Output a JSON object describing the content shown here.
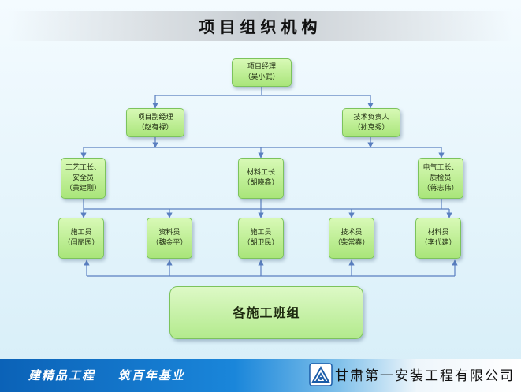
{
  "title": "项目组织机构",
  "nodes": {
    "pm": "项目经理\n（吴小武）",
    "deputy": "项目副经理\n（赵有禄）",
    "tech": "技术负责人\n（孙克秀）",
    "craft": "工艺工长、\n安全员\n（黄建刚）",
    "material": "材料工长\n（胡晓鑫）",
    "electric": "电气工长、\n质检员\n（蒋志伟）",
    "worker1": "施工员\n（闫丽园）",
    "data1": "资料员\n（魏金平）",
    "worker2": "施工员\n（胡卫民）",
    "tech2": "技术员\n（柴常春）",
    "material2": "材料员\n（李代建）",
    "teams": "各施工班组"
  },
  "footer": {
    "slogan": "建精品工程    筑百年基业",
    "company": "甘肃第一安装工程有限公司",
    "logo_icon": "company-logo-icon"
  },
  "colors": {
    "node_fill": "#a9e57a",
    "node_border": "#7cc35c",
    "connector": "#5a7fc0",
    "footer_blue": "#0b62b7"
  }
}
